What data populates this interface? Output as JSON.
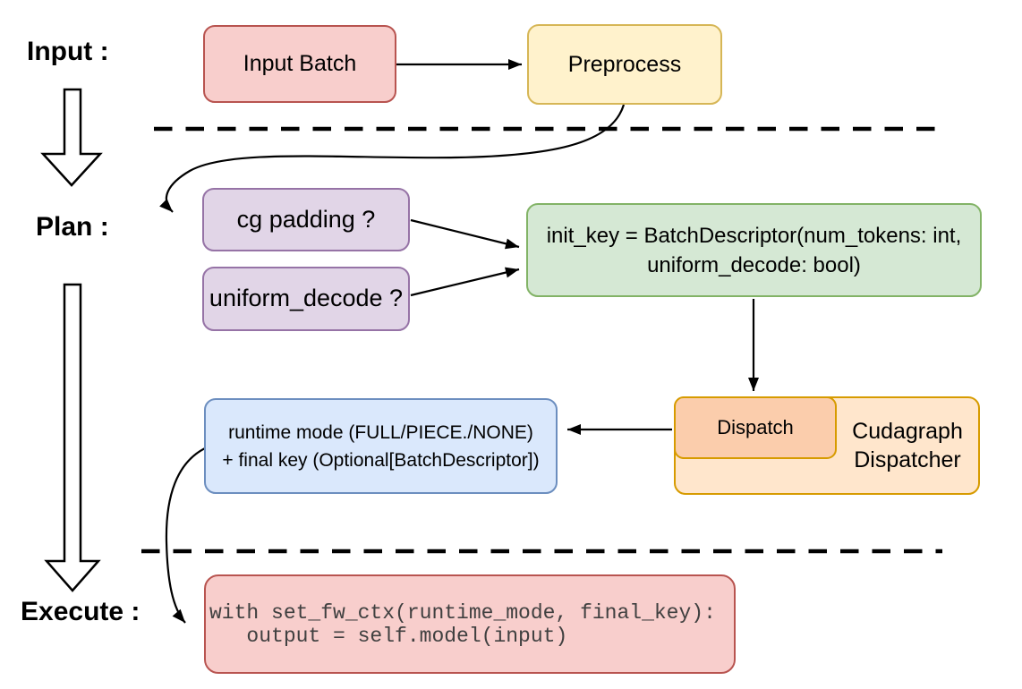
{
  "stage_labels": {
    "input": "Input :",
    "plan": "Plan :",
    "execute": "Execute :"
  },
  "nodes": {
    "input_batch": {
      "label": "Input Batch"
    },
    "preprocess": {
      "label": "Preprocess"
    },
    "cg_padding": {
      "label": "cg padding ?"
    },
    "uniform_decode": {
      "label": "uniform_decode ?"
    },
    "init_key": {
      "line1": "init_key = BatchDescriptor(num_tokens: int,",
      "line2": "uniform_decode: bool)"
    },
    "dispatch": {
      "label": "Dispatch"
    },
    "cudagraph_dispatcher": {
      "line1": "Cudagraph",
      "line2": "Dispatcher"
    },
    "runtime_mode": {
      "line1": "runtime mode (FULL/PIECE./NONE)",
      "line2": "+ final key (Optional[BatchDescriptor])"
    },
    "execute_code": {
      "line1": "with set_fw_ctx(runtime_mode, final_key):",
      "line2": "   output = self.model(input)"
    }
  },
  "colors": {
    "pink_fill": "#F8CECC",
    "pink_stroke": "#B85450",
    "yellow_fill": "#FFF2CC",
    "yellow_stroke": "#D6B656",
    "purple_fill": "#E1D5E7",
    "purple_stroke": "#9673A6",
    "green_fill": "#D5E8D4",
    "green_stroke": "#82B366",
    "blue_fill": "#DAE8FC",
    "blue_stroke": "#6C8EBF",
    "orange_fill": "#FFE6CC",
    "orange_inner_fill": "#FBCDAC",
    "orange_stroke": "#D79B00",
    "connector": "#000000",
    "background": "#FFFFFF"
  }
}
